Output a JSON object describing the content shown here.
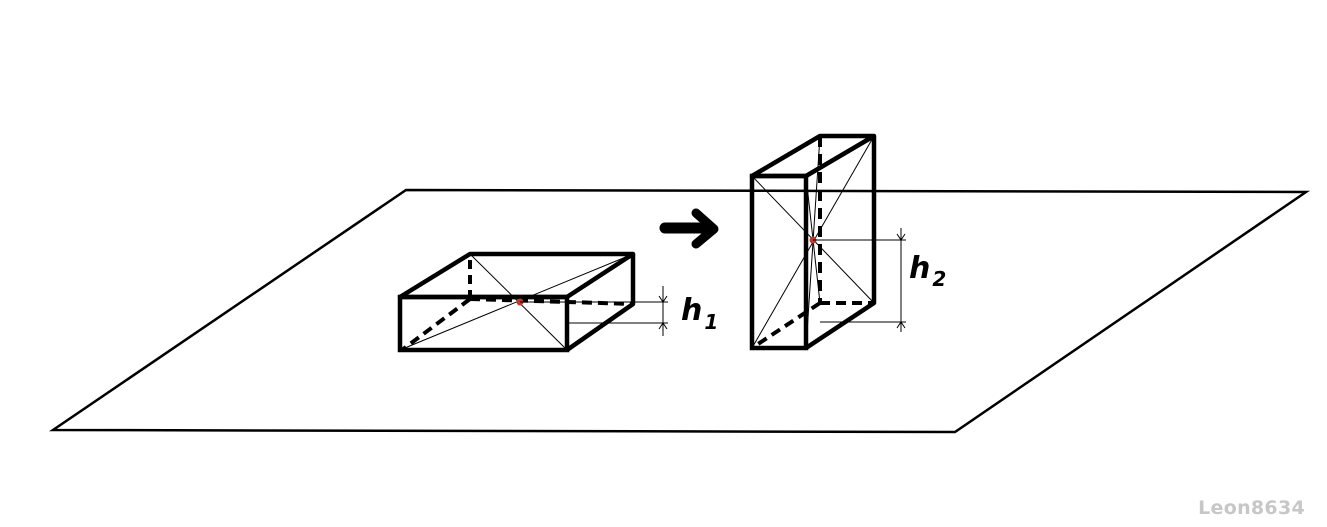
{
  "labels": {
    "h1_letter": "h",
    "h1_index": "1",
    "h2_letter": "h",
    "h2_index": "2"
  },
  "watermark": "Leon8634",
  "colors": {
    "stroke": "#000000",
    "center_mark": "#c0392b",
    "watermark": "#c7c7c7"
  },
  "icons": {
    "arrow": "right-arrow-icon"
  }
}
